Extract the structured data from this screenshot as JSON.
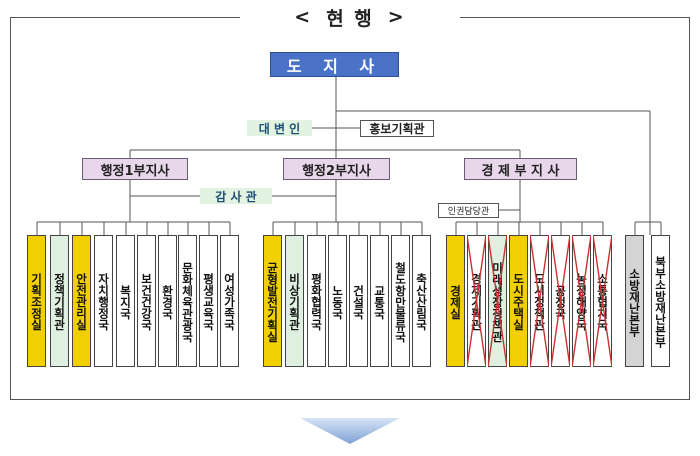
{
  "title": {
    "left_bracket": "<",
    "text": "현 행",
    "right_bracket": ">"
  },
  "top": "도 지 사",
  "spokesperson": "대 변 인",
  "pr_office": "홍보기획관",
  "deputies": [
    "행정1부지사",
    "행정2부지사",
    "경 제 부 지 사"
  ],
  "audit": "감 사 관",
  "human_rights": "인권담당관",
  "colors": {
    "governor": "#4a73c8",
    "yellow_unit": "#f2cf00",
    "green_unit": "#dff0e0",
    "gray_unit": "#d4d4d4",
    "deputy": "#e8d6ea",
    "abolished_mark": "#c83232"
  },
  "units": [
    {
      "label": "기획조정실",
      "color": "yellow",
      "crossed": false
    },
    {
      "label": "정책기획관",
      "color": "green",
      "crossed": false
    },
    {
      "label": "안전관리실",
      "color": "yellow",
      "crossed": false
    },
    {
      "label": "자치행정국",
      "color": "white",
      "crossed": false
    },
    {
      "label": "복지국",
      "color": "white",
      "crossed": false
    },
    {
      "label": "보건건강국",
      "color": "white",
      "crossed": false
    },
    {
      "label": "환경국",
      "color": "white",
      "crossed": false
    },
    {
      "label": "문화체육관광국",
      "color": "white",
      "crossed": false
    },
    {
      "label": "평생교육국",
      "color": "white",
      "crossed": false
    },
    {
      "label": "여성가족국",
      "color": "white",
      "crossed": false
    },
    {
      "label": "균형발전기획실",
      "color": "yellow",
      "crossed": false
    },
    {
      "label": "비상기획관",
      "color": "green",
      "crossed": false
    },
    {
      "label": "평화협력국",
      "color": "white",
      "crossed": false
    },
    {
      "label": "노동국",
      "color": "white",
      "crossed": false
    },
    {
      "label": "건설국",
      "color": "white",
      "crossed": false
    },
    {
      "label": "교통국",
      "color": "white",
      "crossed": false
    },
    {
      "label": "철도항만물류국",
      "color": "white",
      "crossed": false
    },
    {
      "label": "축산산림국",
      "color": "white",
      "crossed": false
    },
    {
      "label": "경제실",
      "color": "yellow",
      "crossed": false
    },
    {
      "label": "경제기획관",
      "color": "white",
      "crossed": true
    },
    {
      "label": "미래성장정책관",
      "color": "green",
      "crossed": true
    },
    {
      "label": "도시주택실",
      "color": "yellow",
      "crossed": false
    },
    {
      "label": "도시정책관",
      "color": "white",
      "crossed": true
    },
    {
      "label": "공정국",
      "color": "white",
      "crossed": true
    },
    {
      "label": "농정해양국",
      "color": "white",
      "crossed": true
    },
    {
      "label": "소통협치국",
      "color": "white",
      "crossed": true
    },
    {
      "label": "소방재난본부",
      "color": "gray",
      "crossed": false
    },
    {
      "label": "북부소방재난본부",
      "color": "white",
      "crossed": false
    }
  ]
}
